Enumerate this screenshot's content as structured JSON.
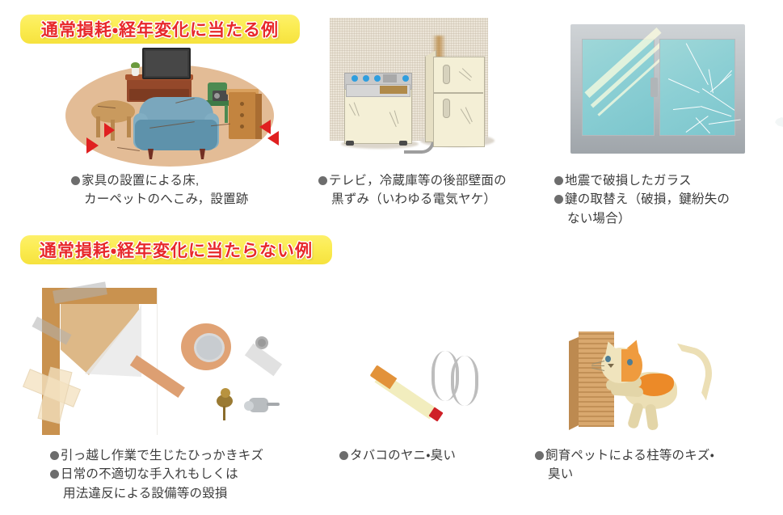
{
  "sections": [
    {
      "id": "wear",
      "banner": "通常損耗・経年変化に当たる例",
      "items": [
        {
          "illustration": "living-room-furniture-dents",
          "caption_lines": [
            {
              "bullet": true,
              "text": "家具の設置による床,"
            },
            {
              "bullet": false,
              "text": "カーペットのへこみ，設置跡"
            }
          ]
        },
        {
          "illustration": "washing-machine-and-refrigerator",
          "caption_lines": [
            {
              "bullet": true,
              "text": "テレビ，冷蔵庫等の後部壁面の"
            },
            {
              "bullet": false,
              "text": "黒ずみ（いわゆる電気ヤケ）"
            }
          ]
        },
        {
          "illustration": "cracked-window-glass",
          "caption_lines": [
            {
              "bullet": true,
              "text": "地震で破損したガラス"
            },
            {
              "bullet": true,
              "text": "鍵の取替え（破損，鍵紛失の"
            },
            {
              "bullet": false,
              "text": "ない場合）"
            }
          ]
        }
      ]
    },
    {
      "id": "not-wear",
      "banner": "通常損耗・経年変化に当たらない例",
      "items": [
        {
          "illustration": "peeling-wallpaper-tape-and-pins",
          "caption_lines": [
            {
              "bullet": true,
              "text": "引っ越し作業で生じたひっかきキズ"
            },
            {
              "bullet": true,
              "text": "日常の不適切な手入れもしくは"
            },
            {
              "bullet": false,
              "text": "用法違反による設備等の毀損"
            }
          ]
        },
        {
          "illustration": "lit-cigarette-with-smoke",
          "caption_lines": [
            {
              "bullet": true,
              "text": "タバコのヤニ・臭い"
            }
          ]
        },
        {
          "illustration": "cat-scratching-pillar",
          "caption_lines": [
            {
              "bullet": true,
              "text": "飼育ペットによる柱等のキズ・"
            },
            {
              "bullet": false,
              "text": "臭い"
            }
          ]
        }
      ]
    }
  ],
  "colors": {
    "banner_fill": "#FBEC52",
    "banner_text": "#E8282B",
    "caption_text": "#3C3C3C",
    "bullet": "#6D6D6D",
    "background": "#FFFFFF"
  }
}
